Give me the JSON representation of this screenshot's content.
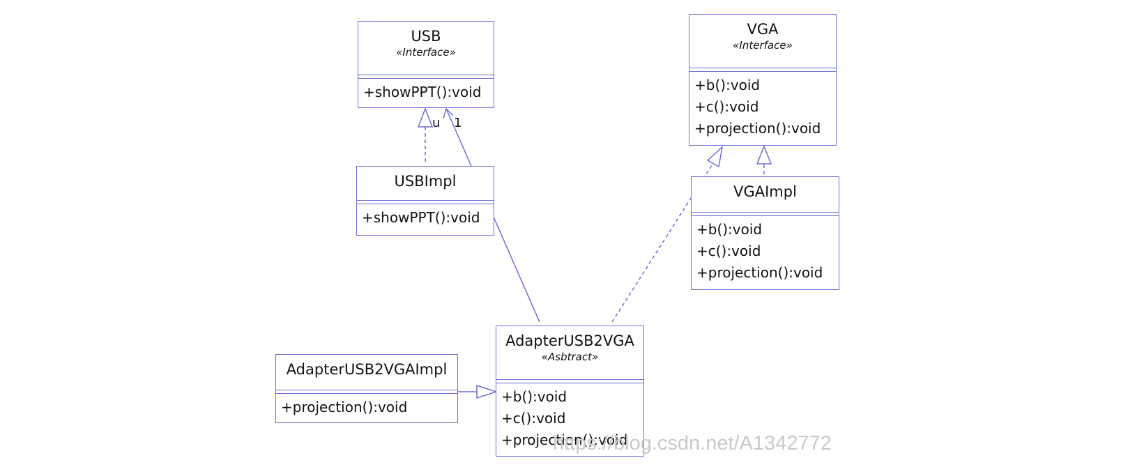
{
  "classes": {
    "usb": {
      "name": "USB",
      "stereotype": "«Interface»",
      "ops": [
        "+showPPT():void"
      ]
    },
    "vga": {
      "name": "VGA",
      "stereotype": "«Interface»",
      "ops": [
        "+b():void",
        "+c():void",
        "+projection():void"
      ]
    },
    "usbimpl": {
      "name": "USBImpl",
      "ops": [
        "+showPPT():void"
      ]
    },
    "vgaimpl": {
      "name": "VGAImpl",
      "ops": [
        "+b():void",
        "+c():void",
        "+projection():void"
      ]
    },
    "adapter": {
      "name": "AdapterUSB2VGA",
      "stereotype": "«Asbtract»",
      "ops": [
        "+b():void",
        "+c():void",
        "+projection():void"
      ]
    },
    "adapterimpl": {
      "name": "AdapterUSB2VGAImpl",
      "ops": [
        "+projection():void"
      ]
    }
  },
  "multiplicity": {
    "usb_end": "1",
    "usb_end_partial": "u"
  },
  "watermark": "https://blog.csdn.net/A1342772",
  "colors": {
    "line": "#6b6fd6",
    "text": "#111111",
    "watermark": "#c9c9c9"
  }
}
